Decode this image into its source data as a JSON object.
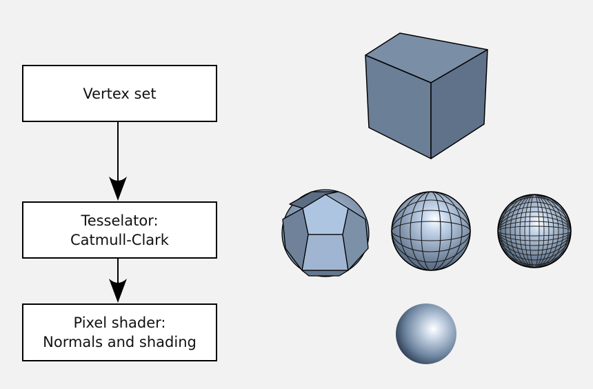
{
  "pipeline": {
    "step1": {
      "line1": "Vertex set"
    },
    "step2": {
      "line1": "Tesselator:",
      "line2": "Catmull-Clark"
    },
    "step3": {
      "line1": "Pixel shader:",
      "line2": "Normals and shading"
    }
  },
  "colors": {
    "background": "#f2f2f2",
    "mesh_face": "#6b7f96",
    "mesh_highlight": "#c9dbf2",
    "edge": "#000000"
  },
  "figures": [
    "cube-base-mesh",
    "subdivision-level-1",
    "subdivision-level-2",
    "subdivision-level-3",
    "smooth-shaded-sphere"
  ]
}
